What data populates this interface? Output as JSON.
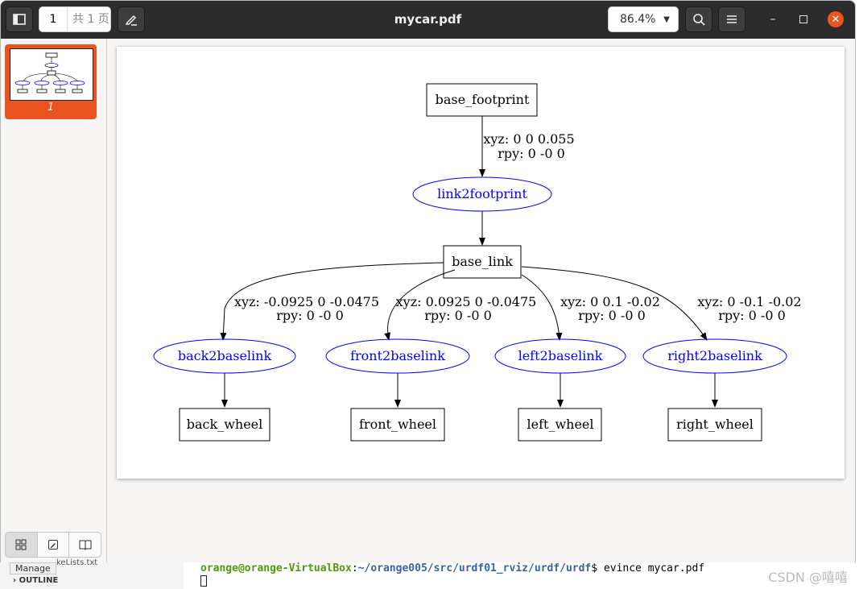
{
  "window": {
    "title": "mycar.pdf",
    "page_number": "1",
    "page_total": "共 1 页",
    "zoom": "86.4%",
    "icons": {
      "sidebar_toggle": "sidebar-icon",
      "annotate": "pen-icon",
      "search": "search-icon",
      "menu": "hamburger-icon",
      "minimize": "minimize-icon",
      "maximize": "maximize-icon",
      "close": "close-icon"
    }
  },
  "sidebar": {
    "thumbnail_label": "1",
    "tabs": [
      "thumbnails-icon",
      "annotations-icon",
      "bookmarks-icon"
    ]
  },
  "graph": {
    "nodes": {
      "base_footprint": "base_footprint",
      "link2footprint": "link2footprint",
      "base_link": "base_link",
      "back2baselink": "back2baselink",
      "front2baselink": "front2baselink",
      "left2baselink": "left2baselink",
      "right2baselink": "right2baselink",
      "back_wheel": "back_wheel",
      "front_wheel": "front_wheel",
      "left_wheel": "left_wheel",
      "right_wheel": "right_wheel"
    },
    "edges": {
      "footprint_xyz": "xyz: 0 0 0.055",
      "footprint_rpy": "rpy: 0 -0 0",
      "back_xyz": "xyz: -0.0925 0 -0.0475",
      "back_rpy": "rpy: 0 -0 0",
      "front_xyz": "xyz: 0.0925 0 -0.0475",
      "front_rpy": "rpy: 0 -0 0",
      "left_xyz": "xyz: 0 0.1 -0.02",
      "left_rpy": "rpy: 0 -0 0",
      "right_xyz": "xyz: 0 -0.1 -0.02",
      "right_rpy": "rpy: 0 -0 0"
    },
    "colors": {
      "joint": "#0000ff",
      "link": "#000000"
    }
  },
  "terminal": {
    "user_host": "orange@orange-VirtualBox",
    "separator": ":",
    "path": "~/orange005/src/urdf01_rviz/urdf/urdf",
    "command": "$ evince mycar.pdf",
    "tooltip": "Manage",
    "outline": "OUTLINE",
    "file_fragment": "keLists.txt"
  },
  "watermark": "CSDN @嘻嘻"
}
